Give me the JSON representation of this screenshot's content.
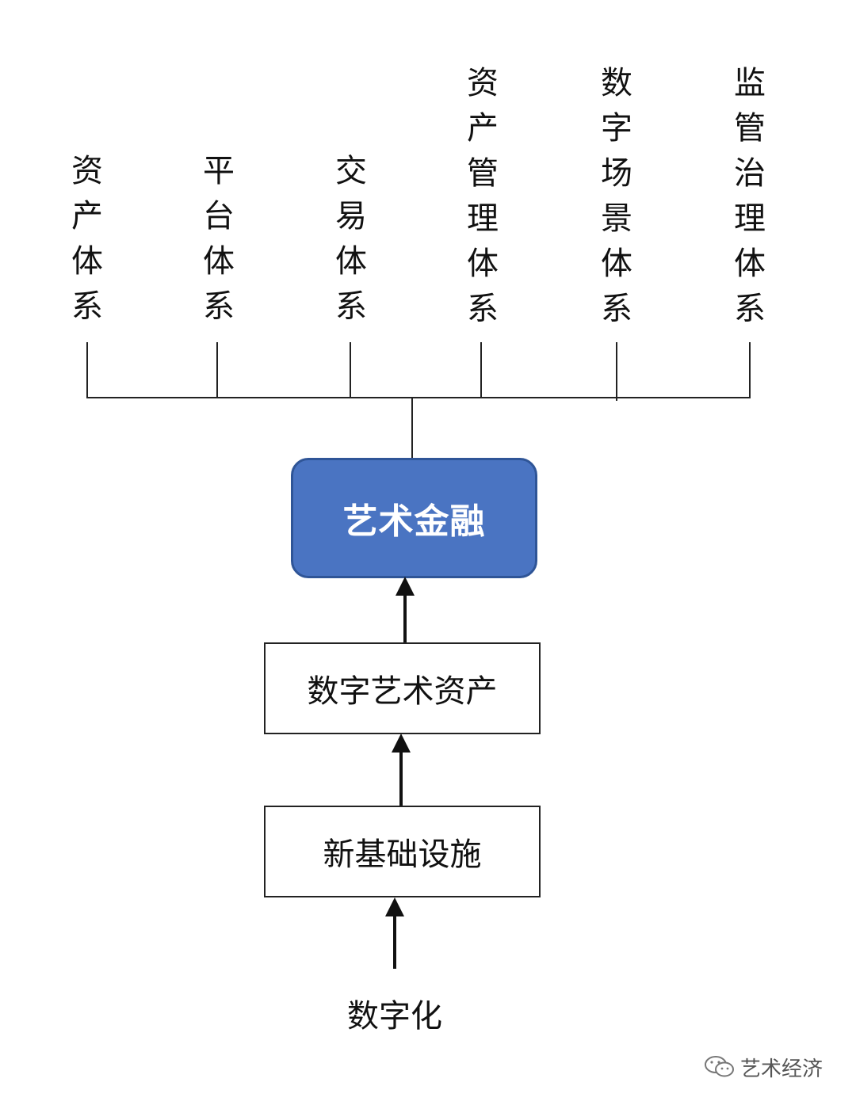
{
  "top_categories": [
    {
      "label": "资产体系"
    },
    {
      "label": "平台体系"
    },
    {
      "label": "交易体系"
    },
    {
      "label": "资产管理体系"
    },
    {
      "label": "数字场景体系"
    },
    {
      "label": "监管治理体系"
    }
  ],
  "core_node": {
    "label": "艺术金融",
    "fill": "#4a74c2",
    "border": "#2f5597"
  },
  "middle_node": {
    "label": "数字艺术资产"
  },
  "base_node": {
    "label": "新基础设施"
  },
  "source_label": "数字化",
  "watermark": {
    "text": "艺术经济",
    "icon": "wechat-icon"
  }
}
